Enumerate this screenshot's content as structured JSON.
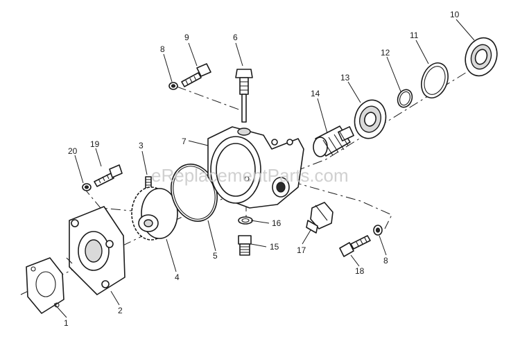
{
  "watermark": "eReplacementParts.com",
  "callouts": [
    "1",
    "2",
    "3",
    "4",
    "5",
    "6",
    "7",
    "8",
    "9",
    "10",
    "11",
    "12",
    "13",
    "14",
    "15",
    "16",
    "17",
    "18",
    "19",
    "20"
  ],
  "second_callout_8": "8"
}
